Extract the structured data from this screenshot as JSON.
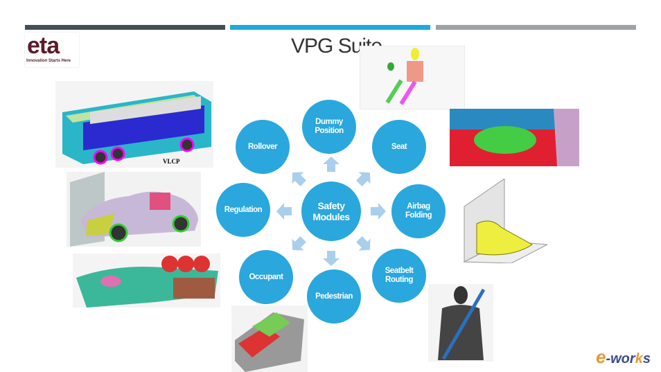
{
  "logo": {
    "name": "eta",
    "tagline": "Innovation Starts Here"
  },
  "title": "VPG Suite",
  "diagram": {
    "center": "Safety Modules",
    "modules": [
      "Dummy Position",
      "Seat",
      "Airbag Folding",
      "Seatbelt Routing",
      "Pedestrian",
      "Occupant",
      "Regulation",
      "Rollover"
    ]
  },
  "images": {
    "bus_label": "VLCP"
  },
  "watermark": "e-works",
  "colors": {
    "bar_dark": "#444e55",
    "bar_blue": "#1ea8df",
    "bar_gray": "#9ea3a8",
    "circle": "#2aa7dd",
    "arrow": "#a9cfec"
  }
}
